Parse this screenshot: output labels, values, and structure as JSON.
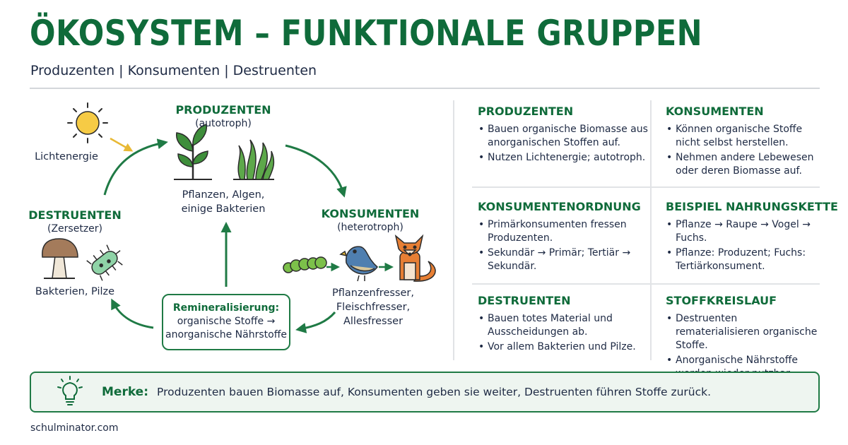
{
  "header": {
    "title": "ÖKOSYSTEM – FUNKTIONALE GRUPPEN",
    "subtitle": "Produzenten | Konsumenten | Destruenten"
  },
  "diagram": {
    "light": {
      "label": "Lichtenergie",
      "icon": "sun-icon"
    },
    "producers": {
      "title": "PRODUZENTEN",
      "sub": "(autotroph)",
      "line1": "Pflanzen, Algen,",
      "line2": "einige Bakterien",
      "icons": [
        "plant-icon",
        "algae-icon"
      ]
    },
    "consumers": {
      "title": "KONSUMENTEN",
      "sub": "(heterotroph)",
      "line1": "Pflanzenfresser,",
      "line2": "Fleischfresser,",
      "line3": "Allesfresser",
      "icons": [
        "caterpillar-icon",
        "bird-icon",
        "fox-icon"
      ]
    },
    "decomposers": {
      "title": "DESTRUENTEN",
      "sub": "(Zersetzer)",
      "line1": "Bakterien, Pilze",
      "icons": [
        "mushroom-icon",
        "bacterium-icon"
      ]
    },
    "remineralization": {
      "title": "Remineralisierung:",
      "line1": "organische Stoffe →",
      "line2": "anorganische Nährstoffe"
    }
  },
  "cards": [
    {
      "title": "PRODUZENTEN",
      "items": [
        "Bauen organische Biomasse aus anorganischen Stoffen auf.",
        "Nutzen Lichtenergie; autotroph."
      ]
    },
    {
      "title": "KONSUMENTEN",
      "items": [
        "Können organische Stoffe nicht selbst herstellen.",
        "Nehmen andere Lebewesen oder deren Biomasse auf."
      ]
    },
    {
      "title": "KONSUMENTENORDNUNG",
      "items": [
        "Primärkonsumenten fressen Produzenten.",
        "Sekundär → Primär; Tertiär → Sekundär."
      ]
    },
    {
      "title": "BEISPIEL NAHRUNGSKETTE",
      "items": [
        "Pflanze → Raupe → Vogel → Fuchs.",
        "Pflanze: Produzent; Fuchs: Tertiärkonsument."
      ]
    },
    {
      "title": "DESTRUENTEN",
      "items": [
        "Bauen totes Material und Ausscheidungen ab.",
        "Vor allem Bakterien und Pilze."
      ]
    },
    {
      "title": "STOFFKREISLAUF",
      "items": [
        "Destruenten rematerialisieren organische Stoffe.",
        "Anorganische Nährstoffe werden wieder nutzbar."
      ]
    }
  ],
  "merke": {
    "label": "Merke:",
    "text": "Produzenten bauen Biomasse auf, Konsumenten geben sie weiter, Destruenten führen Stoffe zurück.",
    "icon": "lightbulb-icon"
  },
  "footer": {
    "site": "schulminator.com"
  },
  "colors": {
    "accent": "#0f6b3a",
    "text": "#1e2a44",
    "merke_bg": "#eef5f0"
  }
}
